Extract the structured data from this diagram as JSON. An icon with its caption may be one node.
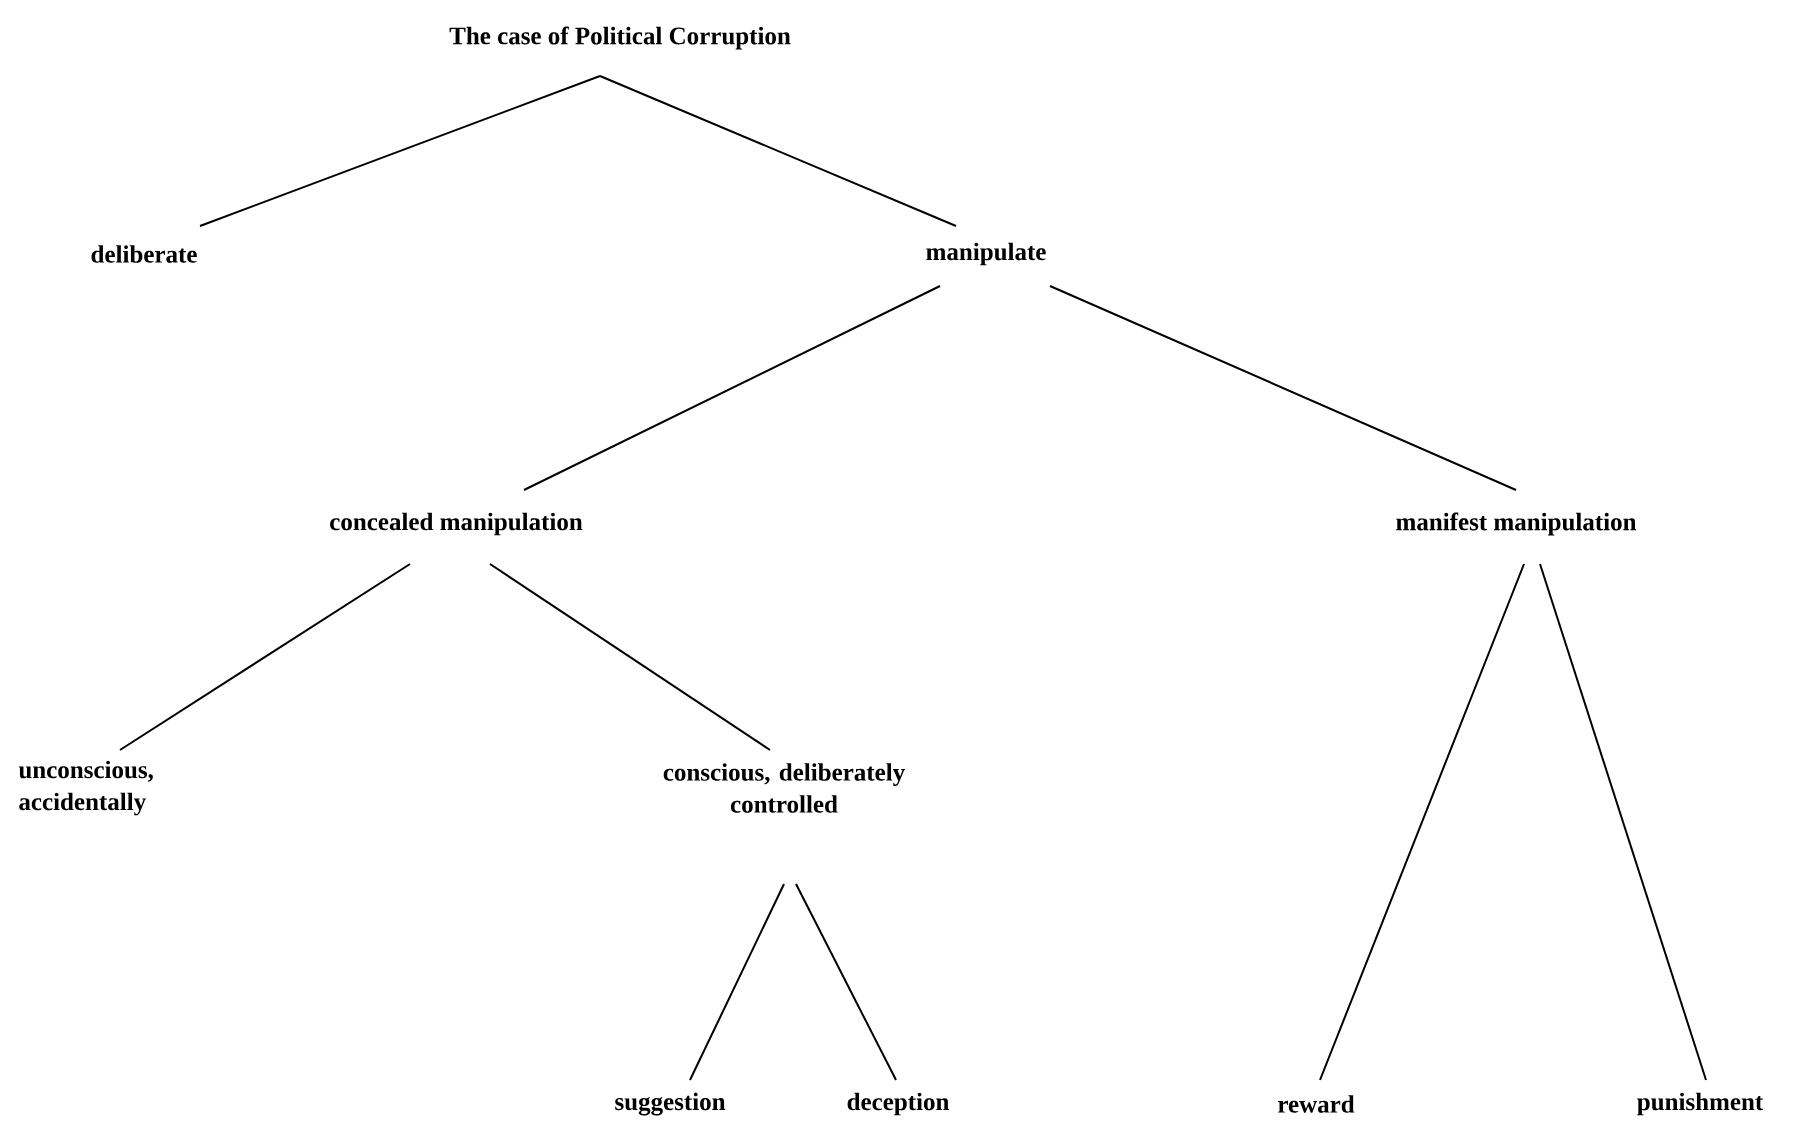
{
  "diagram": {
    "nodes": [
      {
        "text": [
          "The case of Political Corruption"
        ]
      },
      {
        "text": [
          "deliberate"
        ]
      },
      {
        "text": [
          "manipulate"
        ]
      },
      {
        "text": [
          "concealed manipulation"
        ]
      },
      {
        "text": [
          "manifest manipulation"
        ]
      },
      {
        "text": [
          "unconscious, accidentally"
        ]
      },
      {
        "text": [
          "conscious, deliberately controlled"
        ]
      },
      {
        "text": [
          "suggestion"
        ]
      },
      {
        "text": [
          "deception"
        ]
      },
      {
        "text": [
          "reward"
        ]
      },
      {
        "text": [
          "punishment"
        ]
      }
    ],
    "edges": [
      {
        "from": 0,
        "to": 1,
        "arrow": "none"
      },
      {
        "from": 0,
        "to": 2,
        "arrow": "none"
      },
      {
        "from": 2,
        "to": 3,
        "arrow": "none"
      },
      {
        "from": 2,
        "to": 4,
        "arrow": "none"
      },
      {
        "from": 3,
        "to": 5,
        "arrow": "none"
      },
      {
        "from": 3,
        "to": 6,
        "arrow": "none"
      },
      {
        "from": 6,
        "to": 7,
        "arrow": "none"
      },
      {
        "from": 6,
        "to": 8,
        "arrow": "none"
      },
      {
        "from": 4,
        "to": 9,
        "arrow": "none"
      },
      {
        "from": 4,
        "to": 10,
        "arrow": "none"
      }
    ]
  }
}
